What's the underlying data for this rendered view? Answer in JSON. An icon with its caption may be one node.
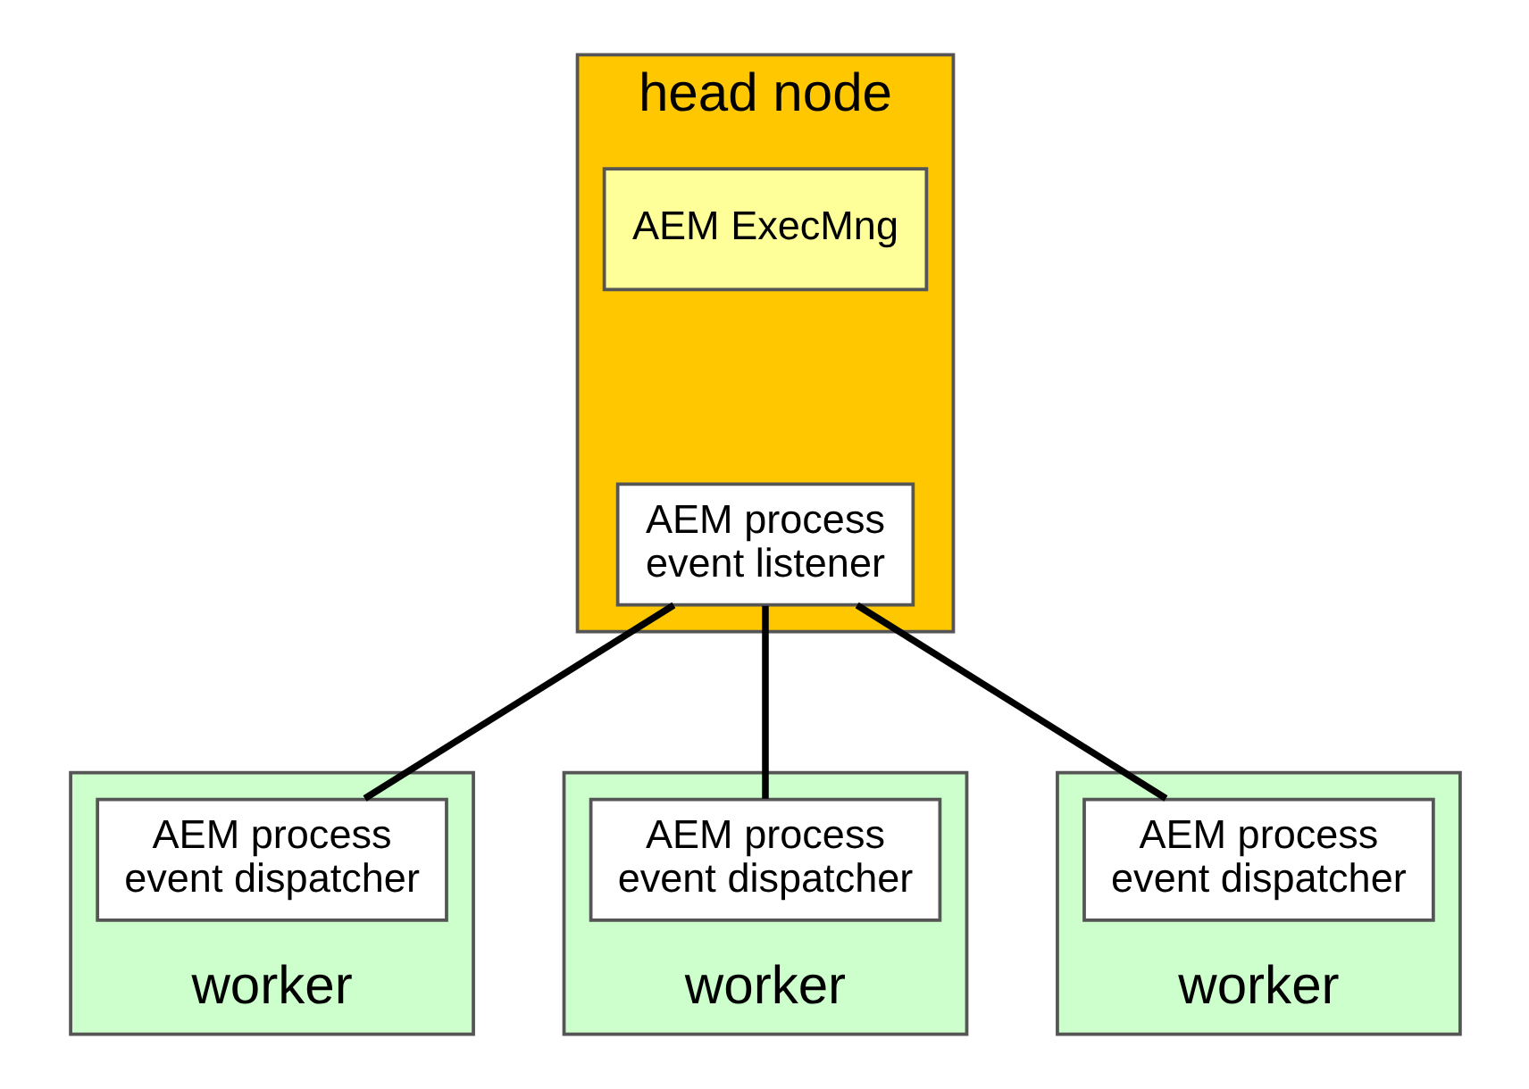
{
  "diagram": {
    "nodes": [
      {
        "text": [
          "head node"
        ]
      },
      {
        "text": [
          "AEM ExecMng"
        ],
        "in": 0
      },
      {
        "text": [
          "AEM process event listener"
        ],
        "in": 0
      },
      {
        "text": [
          "worker"
        ]
      },
      {
        "text": [
          "AEM process event dispatcher"
        ],
        "in": 3
      },
      {
        "text": [
          "worker"
        ]
      },
      {
        "text": [
          "AEM process event dispatcher"
        ],
        "in": 5
      },
      {
        "text": [
          "worker"
        ]
      },
      {
        "text": [
          "AEM process event dispatcher"
        ],
        "in": 7
      }
    ],
    "edges": [
      {
        "from": 2,
        "to": 4,
        "arrow": "none"
      },
      {
        "from": 2,
        "to": 6,
        "arrow": "none"
      },
      {
        "from": 2,
        "to": 8,
        "arrow": "none"
      }
    ]
  }
}
